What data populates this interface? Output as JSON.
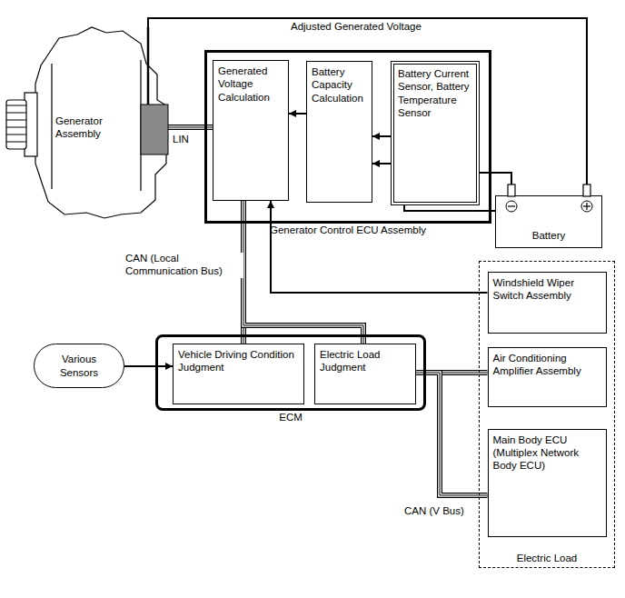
{
  "diagram": {
    "nodes": [
      {
        "text": [
          "Generator Assembly"
        ]
      },
      {
        "text": [
          "Generator Control ECU Assembly"
        ]
      },
      {
        "text": [
          "Generated Voltage Calculation"
        ],
        "in": 1
      },
      {
        "text": [
          "Battery Capacity Calculation"
        ],
        "in": 1
      },
      {
        "text": [
          "Battery Current Sensor, Battery Temperature Sensor"
        ],
        "in": 1
      },
      {
        "text": [
          "Battery"
        ]
      },
      {
        "text": [
          "Various Sensors"
        ]
      },
      {
        "text": [
          "ECM"
        ]
      },
      {
        "text": [
          "Vehicle Driving Condition Judgment"
        ],
        "in": 7
      },
      {
        "text": [
          "Electric Load Judgment"
        ],
        "in": 7
      },
      {
        "text": [
          "Electric Load"
        ]
      },
      {
        "text": [
          "Windshield Wiper Switch Assembly"
        ],
        "in": 10
      },
      {
        "text": [
          "Air Conditioning Amplifier Assembly"
        ],
        "in": 10
      },
      {
        "text": [
          "Main Body ECU (Multiplex Network Body ECU)"
        ],
        "in": 10
      }
    ],
    "edges": [
      {
        "from": 0,
        "to": 2,
        "label": "LIN",
        "arrow": "none"
      },
      {
        "from": 5,
        "to": 0,
        "label": "Adjusted Generated Voltage",
        "arrow": "none"
      },
      {
        "from": 5,
        "to": 4,
        "arrow": "none"
      },
      {
        "from": 5,
        "to": 4,
        "arrow": "none"
      },
      {
        "from": 4,
        "to": 3,
        "arrow": "to"
      },
      {
        "from": 4,
        "to": 3,
        "arrow": "to"
      },
      {
        "from": 3,
        "to": 2,
        "arrow": "to"
      },
      {
        "from": 2,
        "to": 8,
        "label": "CAN (Local Communication Bus)",
        "arrow": "none"
      },
      {
        "from": 2,
        "to": 9,
        "arrow": "none"
      },
      {
        "from": 11,
        "to": 2,
        "arrow": "to"
      },
      {
        "from": 6,
        "to": 8,
        "arrow": "to"
      },
      {
        "from": 9,
        "to": 12,
        "arrow": "none"
      },
      {
        "from": 9,
        "to": 13,
        "label": "CAN (V Bus)",
        "arrow": "none"
      }
    ]
  }
}
